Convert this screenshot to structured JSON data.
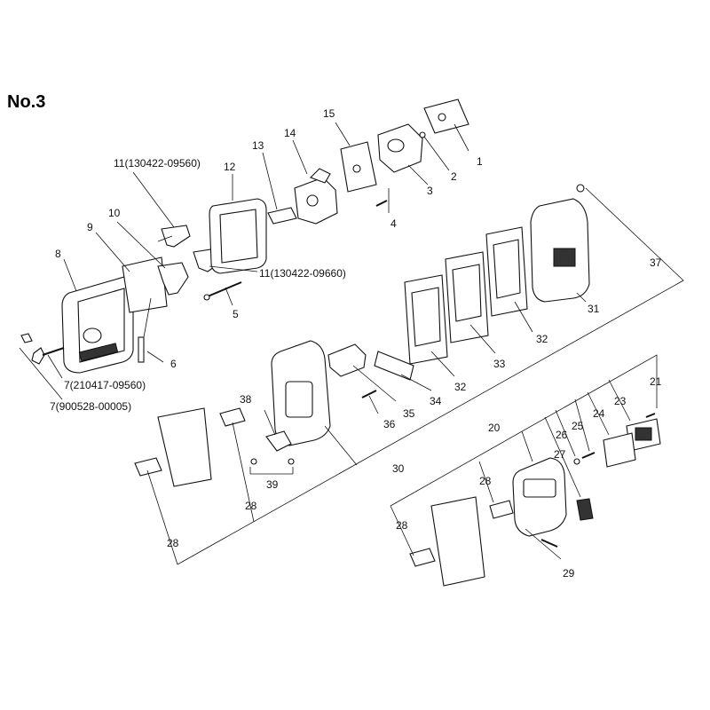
{
  "title": "No.3",
  "callouts": [
    {
      "id": "c1",
      "text": "1"
    },
    {
      "id": "c2",
      "text": "2"
    },
    {
      "id": "c3",
      "text": "3"
    },
    {
      "id": "c4",
      "text": "4"
    },
    {
      "id": "c5",
      "text": "5"
    },
    {
      "id": "c6",
      "text": "6"
    },
    {
      "id": "c7a",
      "text": "7(210417-09560)"
    },
    {
      "id": "c7b",
      "text": "7(900528-00005)"
    },
    {
      "id": "c8",
      "text": "8"
    },
    {
      "id": "c9",
      "text": "9"
    },
    {
      "id": "c10",
      "text": "10"
    },
    {
      "id": "c11a",
      "text": "11(130422-09560)"
    },
    {
      "id": "c11b",
      "text": "11(130422-09660)"
    },
    {
      "id": "c12",
      "text": "12"
    },
    {
      "id": "c13",
      "text": "13"
    },
    {
      "id": "c14",
      "text": "14"
    },
    {
      "id": "c15",
      "text": "15"
    },
    {
      "id": "c20",
      "text": "20"
    },
    {
      "id": "c21",
      "text": "21"
    },
    {
      "id": "c23",
      "text": "23"
    },
    {
      "id": "c24",
      "text": "24"
    },
    {
      "id": "c25",
      "text": "25"
    },
    {
      "id": "c26",
      "text": "26"
    },
    {
      "id": "c27",
      "text": "27"
    },
    {
      "id": "c28a",
      "text": "28"
    },
    {
      "id": "c28b",
      "text": "28"
    },
    {
      "id": "c28c",
      "text": "28"
    },
    {
      "id": "c28d",
      "text": "28"
    },
    {
      "id": "c29",
      "text": "29"
    },
    {
      "id": "c30",
      "text": "30"
    },
    {
      "id": "c31",
      "text": "31"
    },
    {
      "id": "c32a",
      "text": "32"
    },
    {
      "id": "c32b",
      "text": "32"
    },
    {
      "id": "c33",
      "text": "33"
    },
    {
      "id": "c34",
      "text": "34"
    },
    {
      "id": "c35",
      "text": "35"
    },
    {
      "id": "c36",
      "text": "36"
    },
    {
      "id": "c37",
      "text": "37"
    },
    {
      "id": "c38",
      "text": "38"
    },
    {
      "id": "c39",
      "text": "39"
    }
  ]
}
